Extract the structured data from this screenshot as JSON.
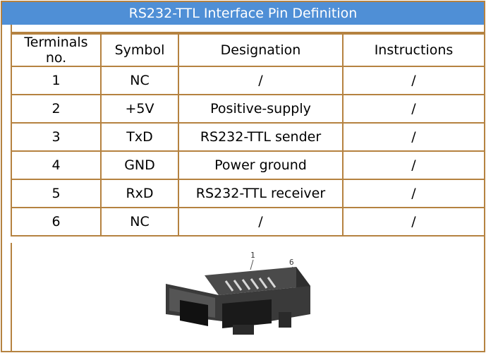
{
  "title": "RS232-TTL Interface Pin Definition",
  "table": {
    "headers": [
      "Terminals no.",
      "Symbol",
      "Designation",
      "Instructions"
    ],
    "rows": [
      [
        "1",
        "NC",
        "/",
        "/"
      ],
      [
        "2",
        "+5V",
        "Positive-supply",
        "/"
      ],
      [
        "3",
        "TxD",
        "RS232-TTL sender",
        "/"
      ],
      [
        "4",
        "GND",
        "Power ground",
        "/"
      ],
      [
        "5",
        "RxD",
        "RS232-TTL receiver",
        "/"
      ],
      [
        "6",
        "NC",
        "/",
        "/"
      ]
    ]
  },
  "connector_image": {
    "pin_label_first": "1",
    "pin_label_last": "6"
  },
  "colors": {
    "title_bar": "#4f8fd6",
    "border": "#b58240"
  }
}
